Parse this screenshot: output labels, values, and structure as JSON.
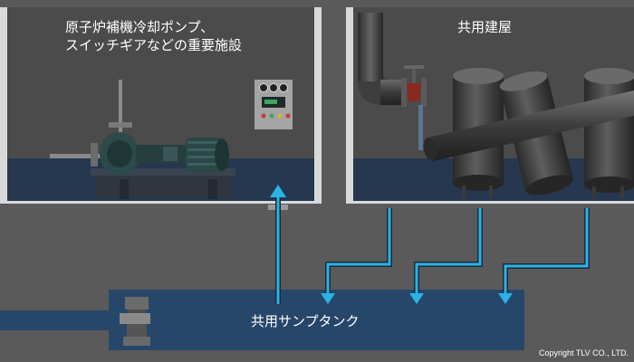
{
  "left_room": {
    "label_line1": "原子炉補機冷却ポンプ、",
    "label_line2": "スイッチギアなどの重要施設"
  },
  "right_room": {
    "label": "共用建屋"
  },
  "tank": {
    "label": "共用サンプタンク"
  },
  "copyright": "Copyright TLV CO., LTD.",
  "colors": {
    "background": "#5a5a5a",
    "room_wall": "#d9d9d9",
    "room_interior": "#4b4b4b",
    "water": "#25384f",
    "tank": "#26476a",
    "arrow": "#29b3e6"
  },
  "icons": [
    "pump-motor-icon",
    "control-panel-icon",
    "gate-valve-icon",
    "vertical-tank-icon",
    "sump-pump-icon"
  ]
}
